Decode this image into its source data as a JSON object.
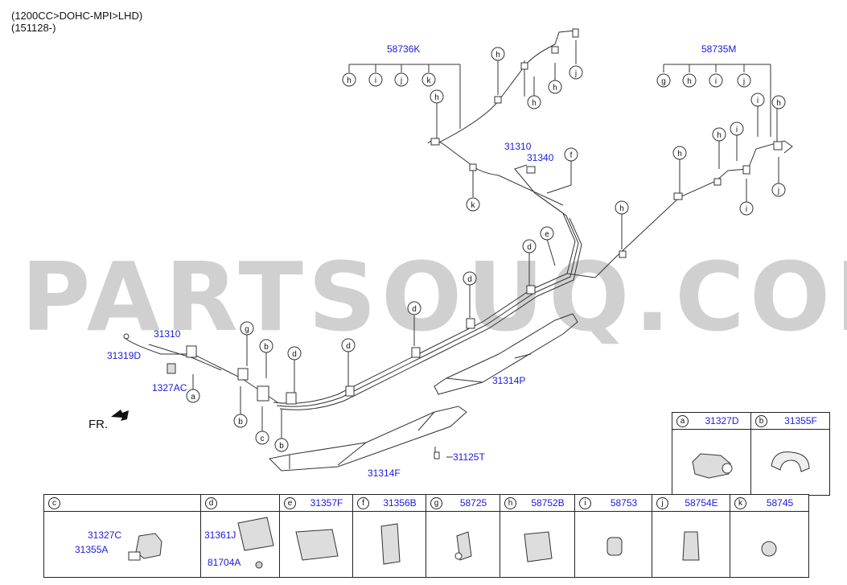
{
  "header": {
    "line1": "(1200CC>DOHC-MPI>LHD)",
    "line2": "(151128-)"
  },
  "watermark": "PARTSOUQ.COM",
  "diagram": {
    "parts": {
      "p58736K": "58736K",
      "p58735M": "58735M",
      "p31310_top": "31310",
      "p31340": "31340",
      "p31310_left": "31310",
      "p31319D": "31319D",
      "p1327AC": "1327AC",
      "p31314P": "31314P",
      "p31314F": "31314F",
      "p31125T": "31125T"
    },
    "callouts": {
      "c1": "h",
      "c2": "i",
      "c3": "j",
      "c4": "k",
      "c5": "h",
      "c6": "h",
      "c7": "h",
      "c8": "j",
      "c9": "k",
      "c10": "g",
      "c11": "h",
      "c12": "i",
      "c13": "j",
      "c14": "i",
      "c15": "h",
      "c16": "h",
      "c17": "i",
      "c18": "j",
      "c19": "f",
      "c20": "h",
      "c21": "h",
      "c22": "e",
      "c23": "d",
      "c24": "d",
      "c25": "d",
      "c26": "d",
      "c27": "d",
      "c28": "g",
      "c29": "b",
      "c30": "a",
      "c31": "b",
      "c32": "c",
      "c33": "b"
    },
    "fr_label": "FR."
  },
  "legend": {
    "row1": [
      {
        "letter": "a",
        "part": "31327D"
      },
      {
        "letter": "b",
        "part": "31355F"
      }
    ],
    "row2": [
      {
        "letter": "c",
        "part": "",
        "subs": [
          "31327C",
          "31355A"
        ]
      },
      {
        "letter": "d",
        "part": "",
        "subs": [
          "31361J",
          "81704A"
        ]
      },
      {
        "letter": "e",
        "part": "31357F"
      },
      {
        "letter": "f",
        "part": "31356B"
      },
      {
        "letter": "g",
        "part": "58725"
      },
      {
        "letter": "h",
        "part": "58752B"
      },
      {
        "letter": "i",
        "part": "58753"
      },
      {
        "letter": "j",
        "part": "58754E"
      },
      {
        "letter": "k",
        "part": "58745"
      }
    ]
  }
}
